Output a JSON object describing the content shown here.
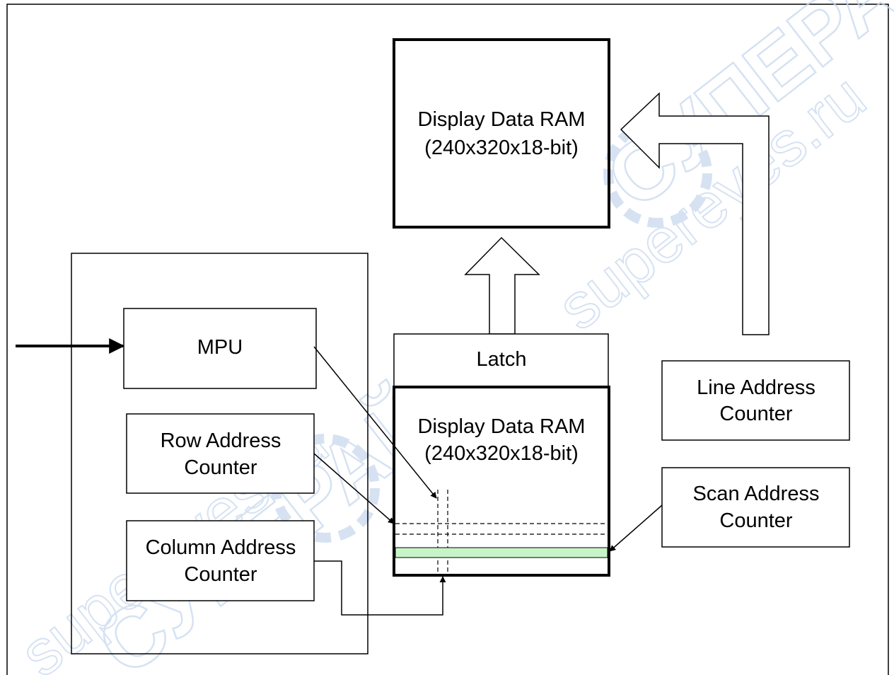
{
  "diagram": {
    "blocks": {
      "gram_top": {
        "line1": "Display Data RAM",
        "line2": "(240x320x18-bit)"
      },
      "mpu": {
        "label": "MPU"
      },
      "row_counter": {
        "line1": "Row Address",
        "line2": "Counter"
      },
      "column_counter": {
        "line1": "Column Address",
        "line2": "Counter"
      },
      "latch": {
        "label": "Latch"
      },
      "gram_bottom": {
        "line1": "Display Data RAM",
        "line2": "(240x320x18-bit)"
      },
      "line_counter": {
        "line1": "Line Address",
        "line2": "Counter"
      },
      "scan_counter": {
        "line1": "Scan Address",
        "line2": "Counter"
      }
    },
    "highlight_color": "#c8f5c8"
  },
  "watermark": {
    "text1": "supereyes.ru",
    "text2": "СУПЕРАЙС"
  }
}
